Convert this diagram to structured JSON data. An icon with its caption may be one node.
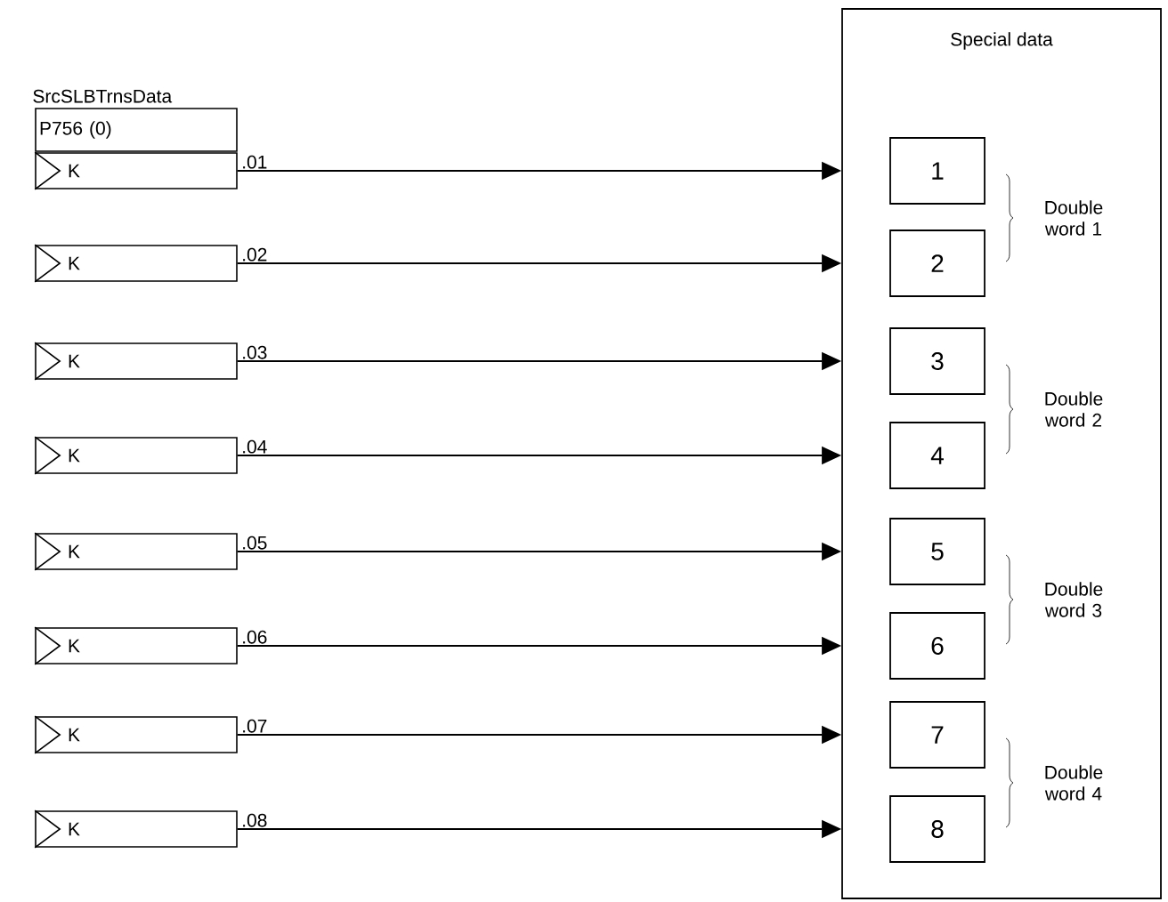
{
  "diagram": {
    "nodes": [
      {
        "text": [
          "P756 (0)"
        ]
      },
      {
        "text": [
          "K"
        ]
      },
      {
        "text": [
          "K"
        ]
      },
      {
        "text": [
          "K"
        ]
      },
      {
        "text": [
          "K"
        ]
      },
      {
        "text": [
          "K"
        ]
      },
      {
        "text": [
          "K"
        ]
      },
      {
        "text": [
          "K"
        ]
      },
      {
        "text": [
          "K"
        ]
      },
      {
        "text": [
          "Special data"
        ]
      },
      {
        "text": [
          "1"
        ],
        "in": 9
      },
      {
        "text": [
          "2"
        ],
        "in": 9
      },
      {
        "text": [
          "3"
        ],
        "in": 9
      },
      {
        "text": [
          "4"
        ],
        "in": 9
      },
      {
        "text": [
          "5"
        ],
        "in": 9
      },
      {
        "text": [
          "6"
        ],
        "in": 9
      },
      {
        "text": [
          "7"
        ],
        "in": 9
      },
      {
        "text": [
          "8"
        ],
        "in": 9
      }
    ],
    "edges": [
      {
        "from": 1,
        "to": 9,
        "arrow": "to",
        "label": ".01"
      },
      {
        "from": 2,
        "to": 9,
        "arrow": "to",
        "label": ".02"
      },
      {
        "from": 3,
        "to": 9,
        "arrow": "to",
        "label": ".03"
      },
      {
        "from": 4,
        "to": 9,
        "arrow": "to",
        "label": ".04"
      },
      {
        "from": 5,
        "to": 9,
        "arrow": "to",
        "label": ".05"
      },
      {
        "from": 6,
        "to": 9,
        "arrow": "to",
        "label": ".06"
      },
      {
        "from": 7,
        "to": 9,
        "arrow": "to",
        "label": ".07"
      },
      {
        "from": 8,
        "to": 9,
        "arrow": "to",
        "label": ".08"
      }
    ],
    "labels": [
      "SrcSLBTrnsData",
      "Double word 1",
      "Double word 2",
      "Double word 3",
      "Double word 4"
    ]
  }
}
